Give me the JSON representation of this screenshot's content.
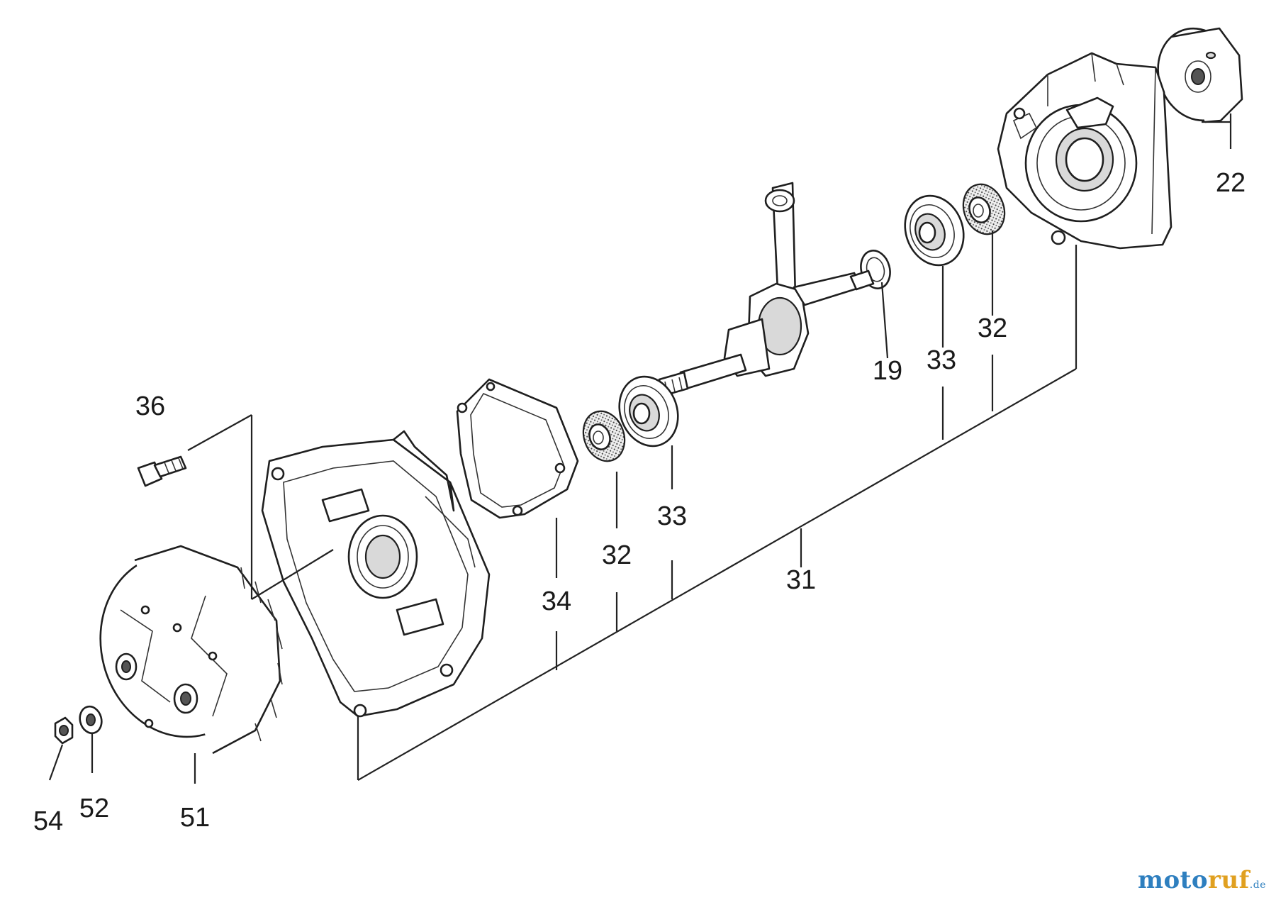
{
  "callouts": {
    "p22": "22",
    "p19": "19",
    "p33_right": "33",
    "p32_right": "32",
    "p36": "36",
    "p33_left": "33",
    "p32_left": "32",
    "p34": "34",
    "p31": "31",
    "p54": "54",
    "p52": "52",
    "p51": "51"
  },
  "watermark": {
    "part1": "moto",
    "part2": "ruf",
    "tld": ".de"
  },
  "colors": {
    "watermark_blue": "#2e7fbf",
    "watermark_orange": "#e0a020"
  }
}
